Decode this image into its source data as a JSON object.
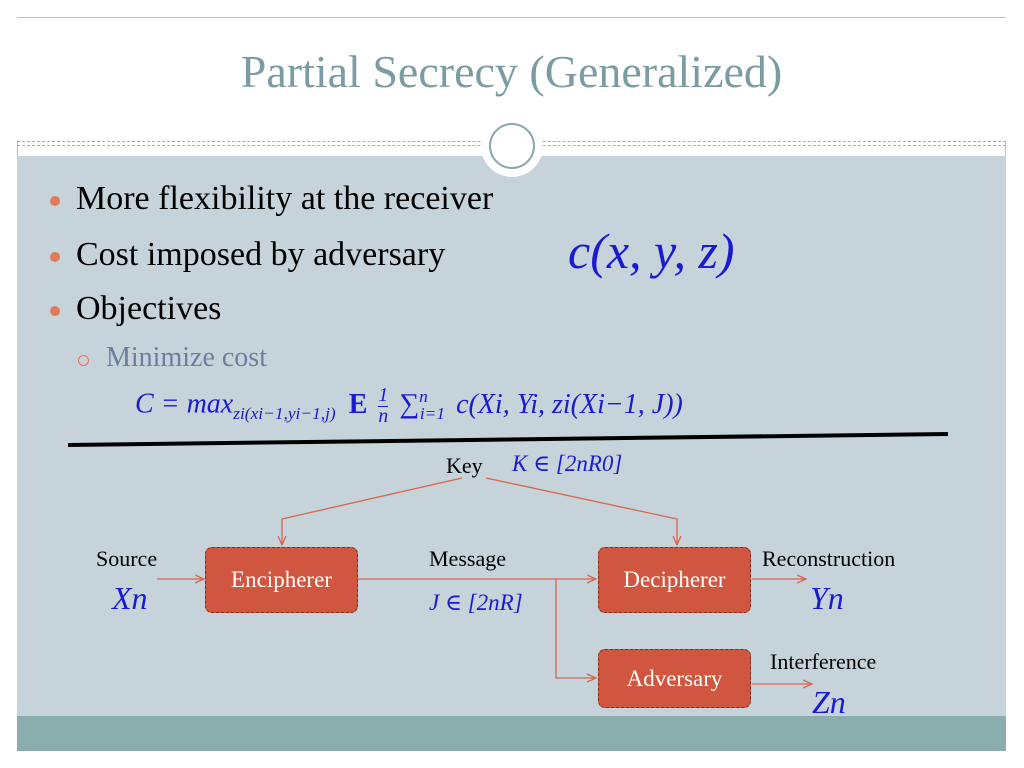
{
  "slide": {
    "title": "Partial Secrecy (Generalized)"
  },
  "bullets": [
    {
      "text": "More flexibility at the receiver"
    },
    {
      "text": "Cost imposed by adversary",
      "math": "c(x, y, z)"
    },
    {
      "text": "Objectives"
    }
  ],
  "sub_bullet": {
    "text": "Minimize cost"
  },
  "formula": {
    "lhs": "C = max",
    "sub": "zi(xi−1,yi−1,j)",
    "expect": "E",
    "frac_num": "1",
    "frac_den": "n",
    "sum_top": "n",
    "sum_bottom": "i=1",
    "body": "c(Xi, Yi, zi(Xi−1, J))"
  },
  "diagram": {
    "key_label": "Key",
    "key_math": "K ∈ [2nR0]",
    "source_label": "Source",
    "source_math": "Xn",
    "encipherer": "Encipherer",
    "message_label": "Message",
    "message_math": "J ∈ [2nR]",
    "decipherer": "Decipherer",
    "reconstruction_label": "Reconstruction",
    "reconstruction_math": "Yn",
    "adversary": "Adversary",
    "interference_label": "Interference",
    "interference_math": "Zn"
  },
  "colors": {
    "title": "#7a9ca2",
    "content_bg": "#c6d3da",
    "footer": "#8aadad",
    "box_fill": "#d1563f",
    "arrow": "#d9664a",
    "math_blue": "#1a1ad0",
    "bullet": "#e07a5a"
  }
}
